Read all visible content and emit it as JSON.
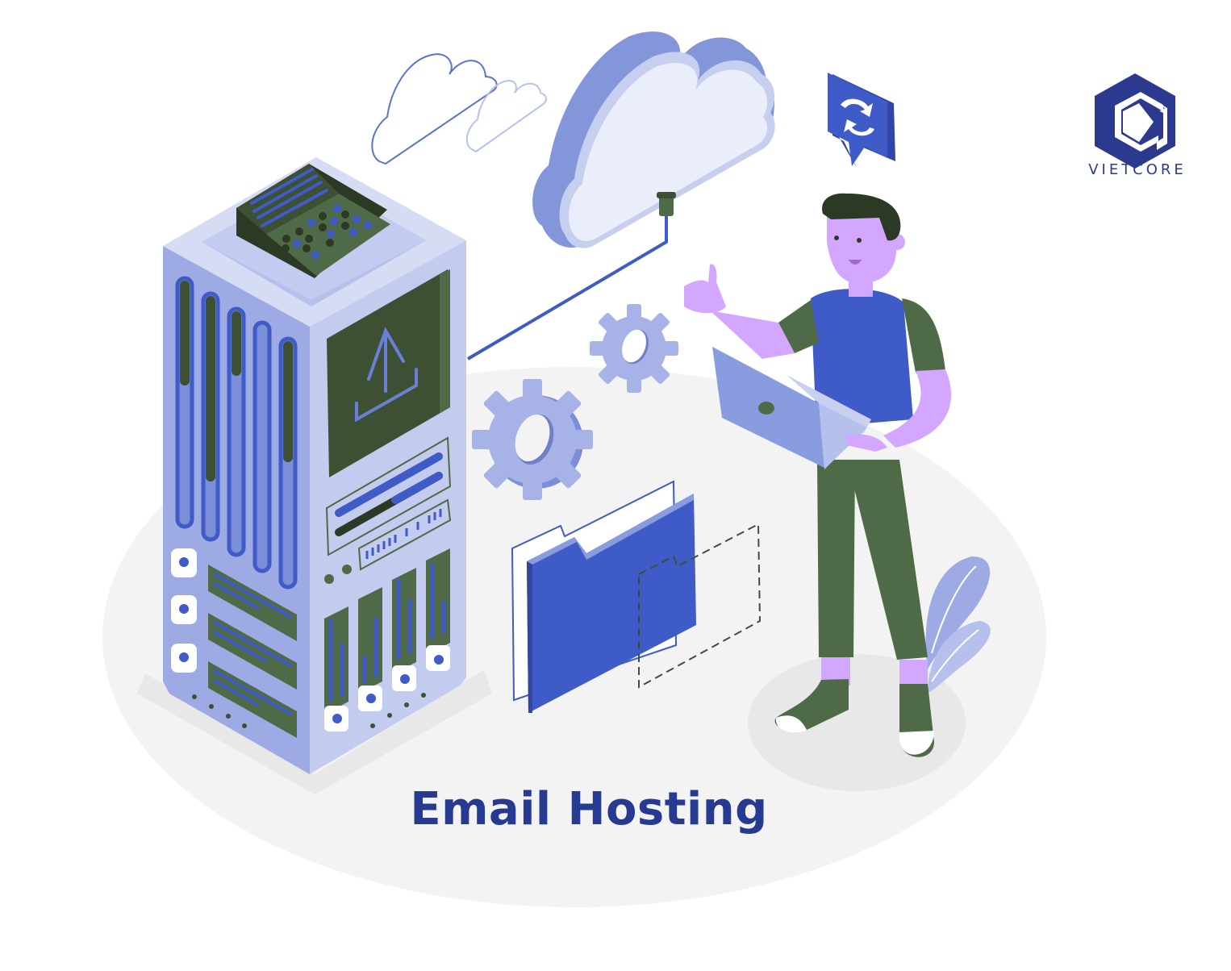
{
  "title": "Email Hosting",
  "brand": {
    "name": "VIETCORE",
    "logo_icon": "hexagon-cube-logo-icon",
    "color": "#2b3a8f"
  },
  "illustration": {
    "elements": [
      "server-tower-icon",
      "control-panel-icon",
      "upload-screen-icon",
      "cloud-icon",
      "outline-cloud-icon",
      "sync-chat-bubble-icon",
      "gear-icon",
      "folder-icon",
      "dashed-folder-outline-icon",
      "person-with-laptop",
      "plant-leaves-icon"
    ]
  },
  "colors": {
    "title": "#263a91",
    "primary_blue": "#3f5bc8",
    "lavender": "#a7b3e6",
    "light_lavender": "#c8d0f0",
    "pale": "#e9ecf9",
    "dark_green": "#3e5034",
    "green": "#4f6a46",
    "skin": "#d3a6ff",
    "floor": "#f3f3f3"
  }
}
